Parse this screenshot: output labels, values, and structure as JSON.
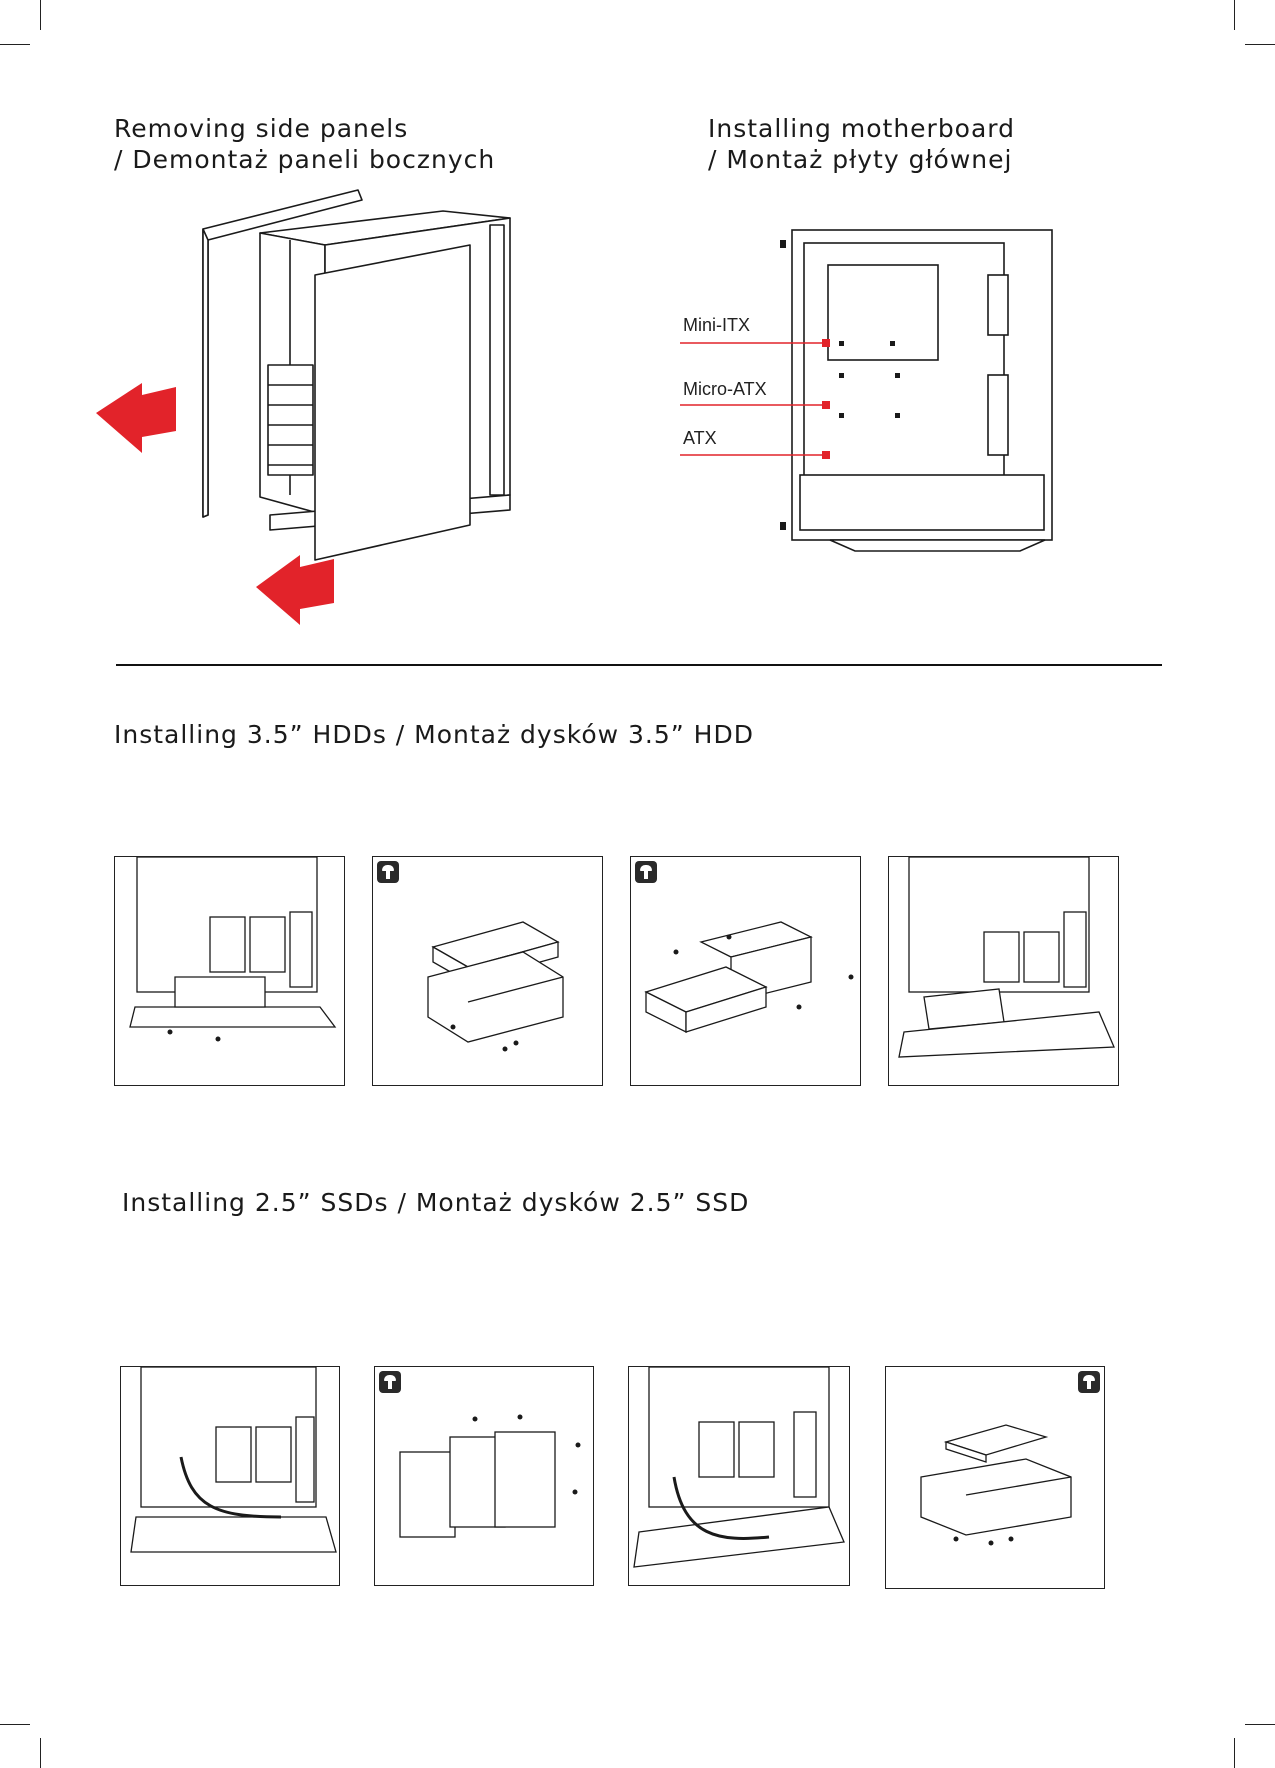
{
  "sections": {
    "side_panels": {
      "title_en": "Removing side panels",
      "title_pl": "/ Demontaż paneli bocznych"
    },
    "motherboard": {
      "title_en": "Installing motherboard",
      "title_pl": "/ Montaż płyty głównej",
      "labels": [
        "Mini-ITX",
        "Micro-ATX",
        "ATX"
      ]
    },
    "hdd": {
      "title": "Installing 3.5” HDDs / Montaż dysków 3.5” HDD"
    },
    "ssd": {
      "title": "Installing 2.5” SSDs / Montaż dysków 2.5” SSD"
    }
  },
  "colors": {
    "accent_red": "#e2232a",
    "line": "#1a1a1a"
  },
  "icons": [
    "arrow-left-icon",
    "screw-icon"
  ]
}
